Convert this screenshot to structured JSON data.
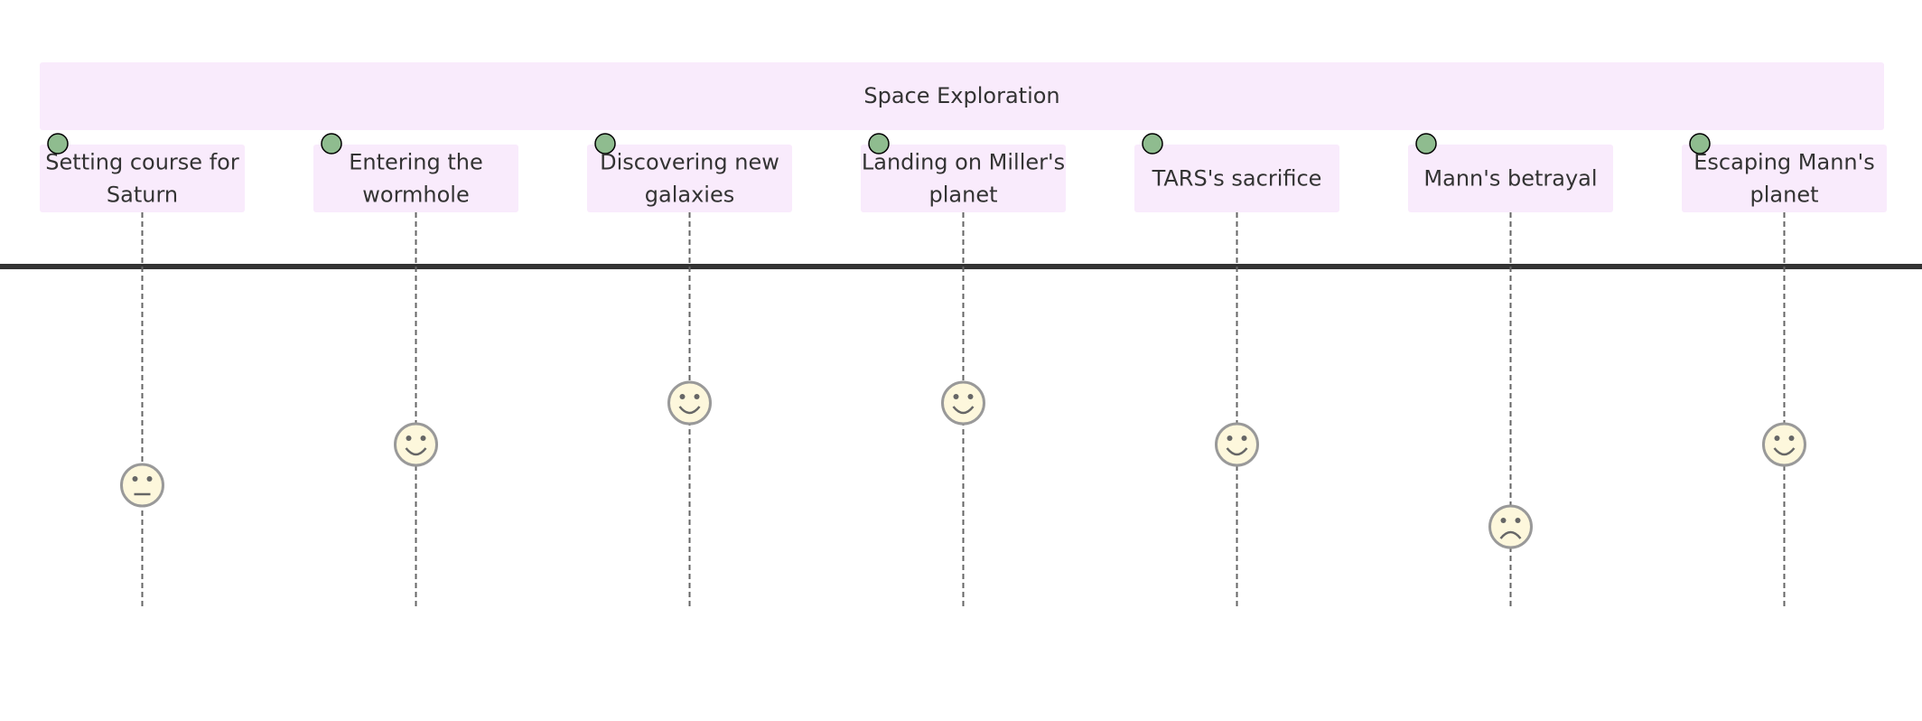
{
  "section": {
    "title": "Space Exploration",
    "color": "#f9ebfc"
  },
  "colors": {
    "task_box": "#f9ebfc",
    "actor_dot": "#8fbc8f",
    "face_fill": "#fdf7dc",
    "face_stroke": "#999999",
    "axis": "#333333",
    "text": "#333333"
  },
  "tasks": [
    {
      "label": [
        "Setting course for",
        "Saturn"
      ],
      "score": 3,
      "mood": "neutral-face-icon"
    },
    {
      "label": [
        "Entering the",
        "wormhole"
      ],
      "score": 4,
      "mood": "smile-face-icon"
    },
    {
      "label": [
        "Discovering new",
        "galaxies"
      ],
      "score": 5,
      "mood": "smile-face-icon"
    },
    {
      "label": [
        "Landing on Miller's",
        "planet"
      ],
      "score": 5,
      "mood": "smile-face-icon"
    },
    {
      "label": [
        "TARS's sacrifice"
      ],
      "score": 4,
      "mood": "smile-face-icon"
    },
    {
      "label": [
        "Mann's betrayal"
      ],
      "score": 2,
      "mood": "frown-face-icon"
    },
    {
      "label": [
        "Escaping Mann's",
        "planet"
      ],
      "score": 4,
      "mood": "smile-face-icon"
    }
  ]
}
